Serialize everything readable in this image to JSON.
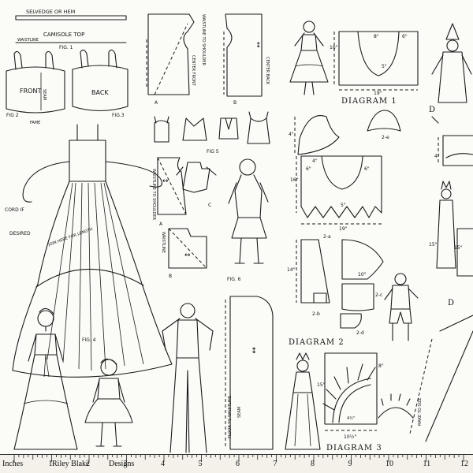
{
  "fabric": {
    "selvedge": "SELVEDGE OR HEM",
    "camisole": "CAMISOLE TOP",
    "waistline_small": "WAISTLINE",
    "fig1": "FIG. 1",
    "fig2": "FIG 2",
    "fig3": "FIG.3",
    "front": "FRONT",
    "back": "BACK",
    "seam": "SEAM",
    "fame": "FAME",
    "center_front": "CENTER FRONT",
    "center_back": "CENTER BACK",
    "waist_to_shoulder": "WAISTLINE TO SHOULDER",
    "waist_to_shoulder2": "WAISTLINE TO SHOULDER",
    "a1": "A",
    "b1": "B",
    "fig5": "FIG 5",
    "a2": "A",
    "b2": "B",
    "c2": "C",
    "waistline2": "WAISTLINE",
    "fig6": "FIG. 6",
    "cord": "CORD IF",
    "desired": "DESIRED",
    "join_here": "JOIN HERE FOR LENGTH",
    "fig4": "FIG. 4",
    "floor_to_waist": "FLOOR TO WAISTLINE",
    "seam2": "SEAM",
    "diagram1": "DIAGRAM 1",
    "diagram2": "DIAGRAM 2",
    "diagram3": "DIAGRAM 3",
    "d_label": "D",
    "make_to_size": "MAKE TO SIZE",
    "m16": "16\"",
    "m8": "8\"",
    "m6": "6\"",
    "m5": "5\"",
    "m19": "19\"",
    "m19b": "19\"",
    "m4": "4\"",
    "m4b": "4\"",
    "m6b": "6\"",
    "m6c": "6\"",
    "m5b": "5\"",
    "m14": "14\"",
    "m10": "10\"",
    "m15": "15\"",
    "m8b": "8\"",
    "m10half": "10½\"",
    "m4half": "4½\"",
    "m15b": "15\"",
    "m15c": "15\"",
    "m16b": "16\"",
    "m2e": "2-e",
    "m2a": "2-a",
    "m2b": "2-b",
    "m2c": "2-c",
    "m2d": "2-d"
  },
  "ruler": {
    "inches": "Inches",
    "brand": "Riley Blake",
    "designs": "Designs",
    "marks": [
      "1",
      "2",
      "3",
      "4",
      "5",
      "6",
      "7",
      "8",
      "9",
      "10",
      "11",
      "12"
    ]
  },
  "colors": {
    "ink": "#1a1a1a",
    "background": "#fbfbf8",
    "ruler_bg": "#f3f1ea"
  }
}
